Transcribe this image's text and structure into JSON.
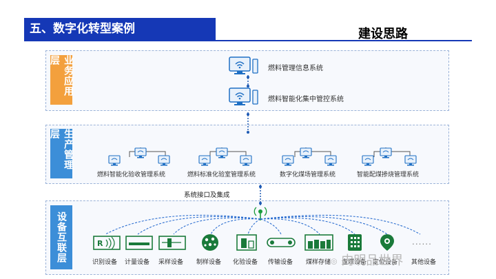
{
  "header": {
    "title": "五、数字化转型案例",
    "subtitle": "建设思路"
  },
  "layers": [
    {
      "name": "业务应用层",
      "color": "#f3a03d"
    },
    {
      "name": "生产管理层",
      "color": "#3c8ed8"
    },
    {
      "name": "设备互联层",
      "color": "#3c8ed8"
    }
  ],
  "app_systems": [
    "燃料管理信息系统",
    "燃料智能化集中管控系统"
  ],
  "mgmt_systems": [
    "燃料智能化验收管理系统",
    "燃料标准化验室管理系统",
    "数字化煤场管理系统",
    "智能配煤掺烧管理系统"
  ],
  "network_label": "系统接口及集成",
  "devices": [
    {
      "label": "识别设备",
      "icon": "rfid-icon"
    },
    {
      "label": "计量设备",
      "icon": "scale-icon"
    },
    {
      "label": "采样设备",
      "icon": "sampler-icon"
    },
    {
      "label": "制样设备",
      "icon": "sample-prep-icon"
    },
    {
      "label": "化验设备",
      "icon": "lab-icon"
    },
    {
      "label": "传输设备",
      "icon": "conveyor-icon"
    },
    {
      "label": "煤样存储",
      "icon": "storage-icon"
    },
    {
      "label": "盘煤设备",
      "icon": "coal-survey-icon"
    },
    {
      "label": "定位设备",
      "icon": "locator-icon"
    },
    {
      "label": "其他设备",
      "icon": "other-icon"
    }
  ],
  "more_marker": "......",
  "watermark": {
    "icon": "wechat-icon",
    "text": "内明品世界"
  },
  "colors": {
    "title_bg": "#1538b6",
    "app_layer": "#f3a03d",
    "layer_blue": "#3c8ed8",
    "dashed": "#1e5ab4"
  }
}
